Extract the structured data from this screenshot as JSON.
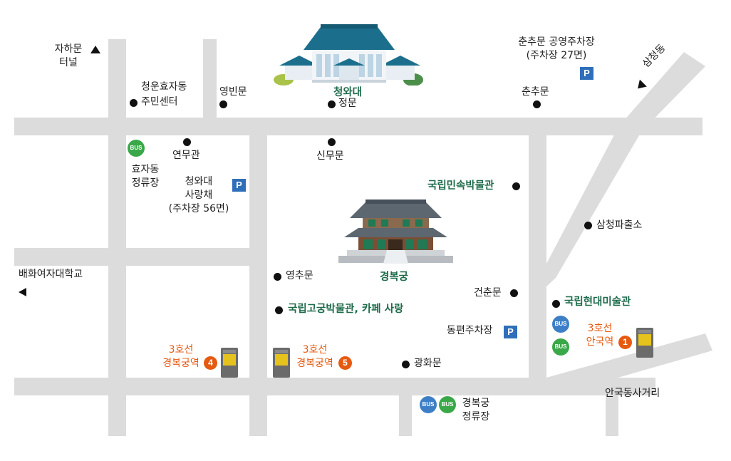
{
  "map": {
    "landmarks": {
      "cheongwadae": "청와대",
      "gyeongbokgung": "경복궁",
      "folk_museum": "국립민속박물관",
      "palace_museum": "국립고궁박물관, 카페 사랑",
      "mmca": "국립현대미술관"
    },
    "places": {
      "jahamun_tunnel": [
        "자하문",
        "터널"
      ],
      "hyojadong_center": [
        "청운효자동",
        "주민센터"
      ],
      "yeongbinmun": "영빈문",
      "jeongmun": "정문",
      "chunchumun_parking": [
        "춘추문 공영주차장",
        "(주차장 27면)"
      ],
      "chunchumun": "춘추문",
      "samcheongdong": "삼청동",
      "yeonmugwan": "연무관",
      "hyojadong_stop": [
        "효자동",
        "정류장"
      ],
      "sinmumun": "신무문",
      "sarangchae": [
        "청와대",
        "사랑채",
        "(주차장 56면)"
      ],
      "samcheong_police": "삼청파출소",
      "baehwa": "배화여자대학교",
      "yeongchumun": "영추문",
      "geonchunmun": "건춘문",
      "dongpyeon_parking": "동편주차장",
      "gwanghwamun": "광화문",
      "anguk_intersection": "안국동사거리",
      "gyeongbokgung_stop": [
        "경복궁",
        "정류장"
      ]
    },
    "stations": {
      "anguk": {
        "line": "3호선",
        "name": "안국역",
        "exit": "1"
      },
      "gyeongbokgung_4": {
        "line": "3호선",
        "name": "경복궁역",
        "exit": "4"
      },
      "gyeongbokgung_5": {
        "line": "3호선",
        "name": "경복궁역",
        "exit": "5"
      }
    },
    "symbols": {
      "parking": "P",
      "bus": "BUS"
    },
    "colors": {
      "road": "#dcdcdc",
      "landmark_text": "#1e6b4a",
      "subway_text": "#e65a10",
      "parking": "#2f6fba",
      "bus_blue": "#3d7fc6",
      "bus_green": "#3aa848"
    }
  }
}
